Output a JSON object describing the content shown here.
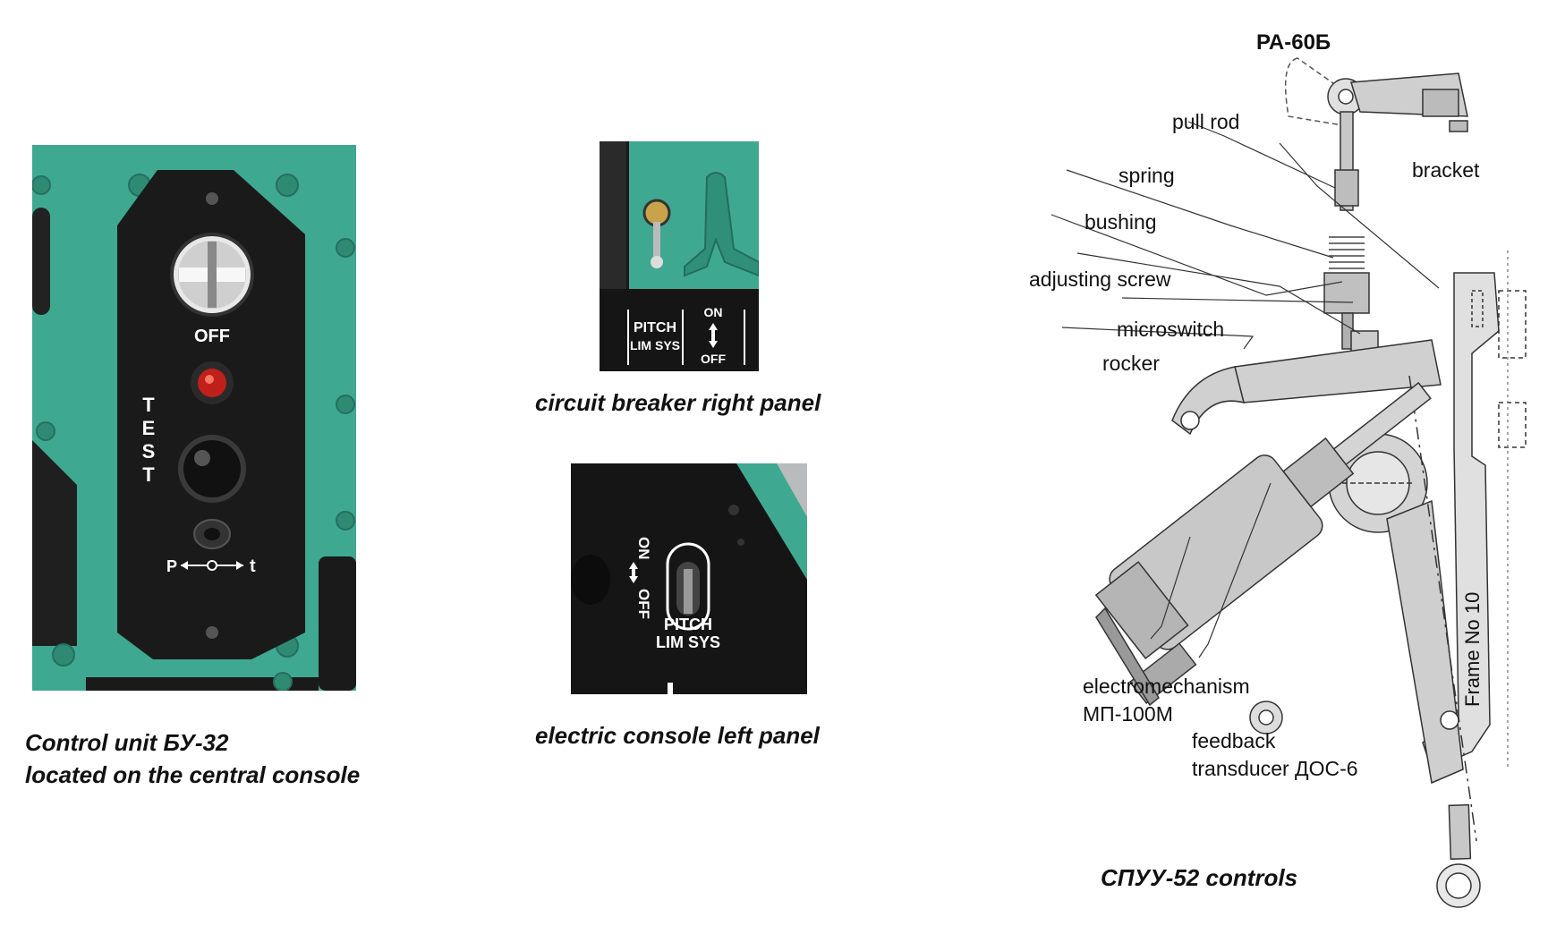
{
  "control_unit": {
    "panel_labels": {
      "off": "OFF",
      "test": "TEST",
      "switch_left": "P",
      "switch_right": "t"
    },
    "caption_line1": "Control unit БУ-32",
    "caption_line2": "located on the central console"
  },
  "circuit_breaker": {
    "panel_labels": {
      "pitch": "PITCH",
      "lim_sys": "LIM SYS",
      "on": "ON",
      "off": "OFF"
    },
    "caption": "circuit breaker right panel"
  },
  "electric_console": {
    "panel_labels": {
      "on": "ON",
      "off": "OFF",
      "pitch": "PITCH",
      "lim_sys": "LIM SYS"
    },
    "caption": "electric console left panel"
  },
  "spuu": {
    "labels": {
      "ra60b": "РА-60Б",
      "pull_rod": "pull rod",
      "spring": "spring",
      "bracket": "bracket",
      "bushing": "bushing",
      "adjusting_screw": "adjusting screw",
      "microswitch": "microswitch",
      "rocker": "rocker",
      "electromechanism_1": "electromechanism",
      "electromechanism_2": "МП-100М",
      "feedback_1": "feedback",
      "feedback_2": "transducer ДОС-6",
      "frame": "Frame No 10"
    },
    "caption": "СПУУ-52 controls"
  },
  "colors": {
    "panel_green": "#3fa890",
    "panel_black": "#1a1a1a",
    "lamp_red": "#c0201a",
    "metal_gray": "#c8c8c8"
  }
}
